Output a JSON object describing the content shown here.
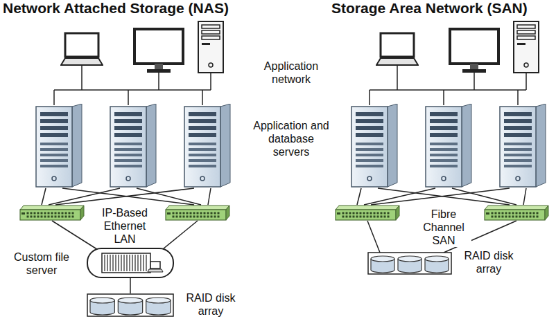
{
  "diagram": {
    "nodes": [
      {
        "text": [
          "Custom file server"
        ]
      },
      {
        "text": [
          "RAID disk array"
        ]
      },
      {
        "text": [
          "RAID disk array"
        ]
      }
    ],
    "edges": [
      {
        "from": 0,
        "to": 1,
        "arrow": "none"
      }
    ],
    "labels": [
      "Network Attached Storage (NAS)",
      "Storage Area Network (SAN)",
      "Application network",
      "Application and database servers",
      "IP-Based Ethernet LAN",
      "Fibre Channel SAN"
    ]
  }
}
